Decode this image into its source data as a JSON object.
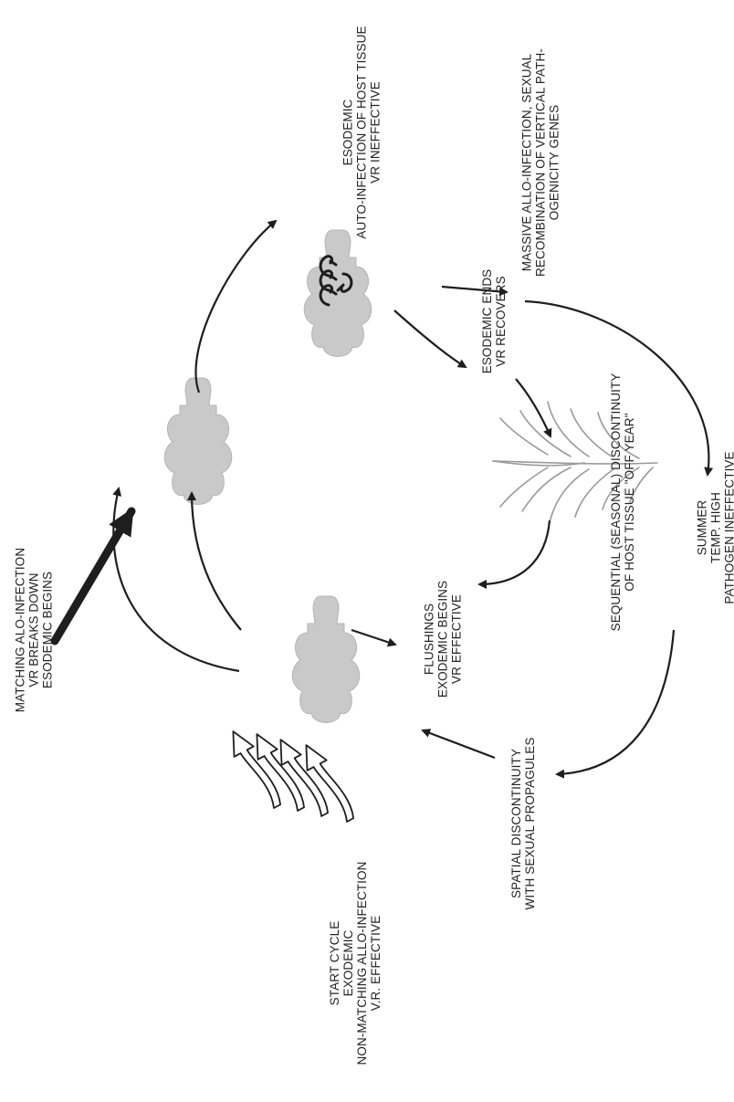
{
  "labels": {
    "matching": [
      "MATCHING ALO-INFECTION",
      "VR BREAKS DOWN",
      "ESODEMIC BEGINS"
    ],
    "start_cycle": [
      "START CYCLE",
      "EXODEMIC",
      "NON-MATCHING ALLO-INFECTION",
      "V.R. EFFECTIVE"
    ],
    "esodemic_top": [
      "ESODEMIC",
      "AUTO-INFECTION OF HOST TISSUE",
      "VR INEFFECTIVE"
    ],
    "massive": [
      "MASSIVE ALLO-INFECTION, SEXUAL",
      "RECOMBINATION OF VERTICAL PATH-",
      "OGENICITY GENES"
    ],
    "esodemic_ends": [
      "ESODEMIC ENDS",
      "VR RECOVERS"
    ],
    "flushings": [
      "FLUSHINGS",
      "EXODEMIC BEGINS",
      "VR EFFECTIVE"
    ],
    "sequential": [
      "SEQUENTIAL (SEASONAL) DISCONTINUITY",
      "OF HOST TISSUE \"OFF YEAR\""
    ],
    "summer": [
      "SUMMER",
      "TEMP. HIGH",
      "PATHOGEN INEFFECTIVE"
    ],
    "spatial": [
      "SPATIAL DISCONTINUITY",
      "WITH SEXUAL PROPAGULES"
    ]
  },
  "colors": {
    "host_fill": "#c9c9c9",
    "stroke": "#1e1e1e",
    "branch": "#b8b8b8"
  },
  "icons": {
    "host": "host-plant-silhouette",
    "autoinfection": "curl-arrows",
    "flushing": "branching-shoot",
    "allo_infection": "hollow-arrows"
  }
}
